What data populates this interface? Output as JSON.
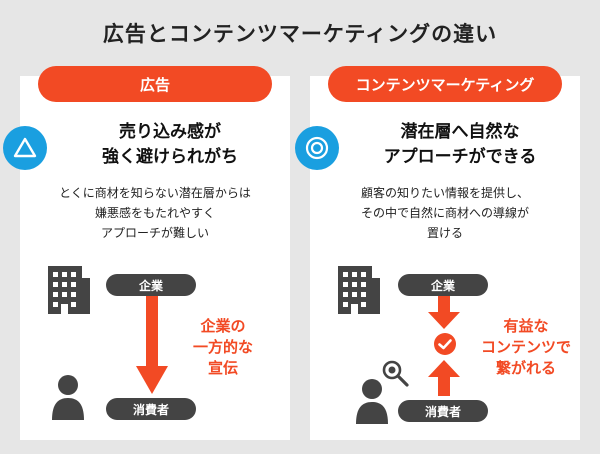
{
  "page": {
    "title": "広告とコンテンツマーケティングの違い"
  },
  "left": {
    "header": "広告",
    "headline": [
      "売り込み感が",
      "強く避けられがち"
    ],
    "description": [
      "とくに商材を知らない潜在層からは",
      "嫌悪感をもたれやすく",
      "アプローチが難しい"
    ],
    "top_node": "企業",
    "bottom_node": "消費者",
    "message": [
      "企業の",
      "一方的な",
      "宣伝"
    ]
  },
  "right": {
    "header": "コンテンツマーケティング",
    "headline": [
      "潜在層へ自然な",
      "アプローチができる"
    ],
    "description": [
      "顧客の知りたい情報を提供し、",
      "その中で自然に商材への導線が",
      "置ける"
    ],
    "top_node": "企業",
    "bottom_node": "消費者",
    "message": [
      "有益な",
      "コンテンツで",
      "繋がれる"
    ]
  },
  "colors": {
    "accent": "#f24a24",
    "badge": "#1a9fe0",
    "icon": "#444444"
  }
}
